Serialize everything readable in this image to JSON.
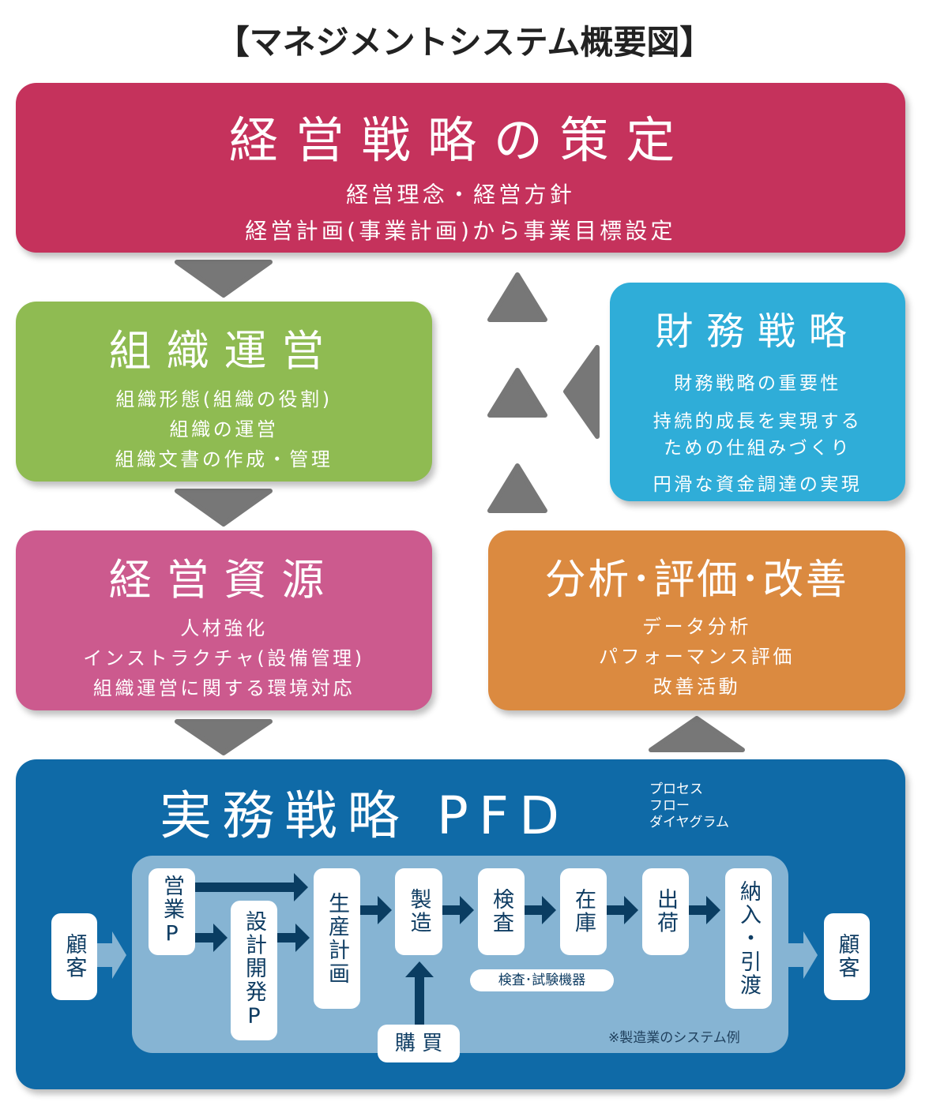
{
  "title": "【マネジメントシステム概要図】",
  "strategy": {
    "heading": "経営戦略の策定",
    "lines": [
      "経営理念・経営方針",
      "経営計画(事業計画)から事業目標設定"
    ]
  },
  "organization": {
    "heading": "組織運営",
    "lines": [
      "組織形態(組織の役割)",
      "組織の運営",
      "組織文書の作成・管理"
    ]
  },
  "resources": {
    "heading": "経営資源",
    "lines": [
      "人材強化",
      "インストラクチャ(設備管理)",
      "組織運営に関する環境対応"
    ]
  },
  "finance": {
    "heading": "財務戦略",
    "lines": [
      "財務戦略の重要性",
      "持続的成長を実現する",
      "ための仕組みづくり",
      "円滑な資金調達の実現"
    ]
  },
  "analysis": {
    "heading": "分析･評価･改善",
    "lines": [
      "データ分析",
      "パフォーマンス評価",
      "改善活動"
    ]
  },
  "pfd": {
    "heading": "実務戦略 PFD",
    "sub": [
      "プロセス",
      "フロー",
      "ダイヤグラム"
    ],
    "steps": {
      "customer_in": "顧客",
      "sales": "営業P",
      "design": "設計開発P",
      "planning": "生産計画",
      "manufacturing": "製造",
      "inspection": "検査",
      "inventory": "在庫",
      "shipping": "出荷",
      "delivery": "納入・引渡",
      "customer_out": "顧客",
      "purchasing": "購 買",
      "equipment": "検査･試験機器"
    },
    "note": "※製造業のシステム例"
  },
  "colors": {
    "strategy": "#c5325c",
    "organization": "#8fbb52",
    "resources": "#cc5a8e",
    "finance": "#2fadd8",
    "analysis": "#db8a40",
    "pfd": "#0f6aa7",
    "inner": "#86b4d3",
    "arrow": "#777777",
    "flow": "#0a3d62"
  }
}
